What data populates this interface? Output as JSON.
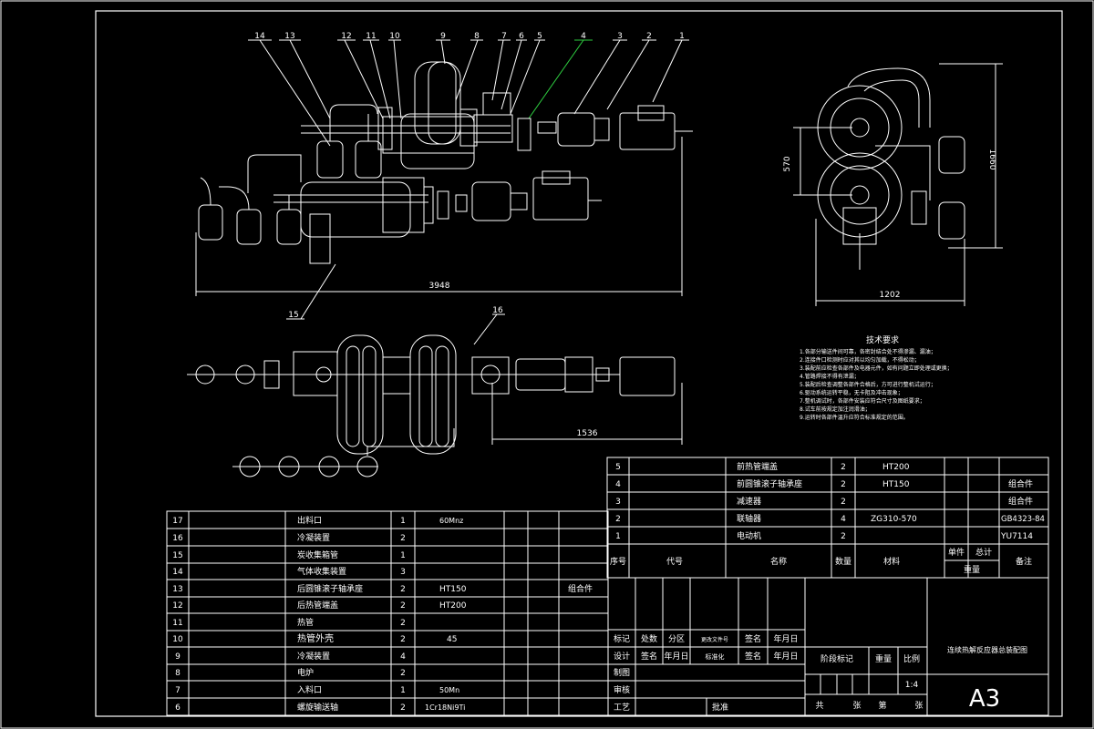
{
  "drawing": {
    "title": "连续热解反应器总装配图",
    "sheet_size": "A3",
    "scale": "1:4",
    "stage_mark_label": "阶段标记",
    "weight_label": "重量",
    "scale_label": "比例",
    "sheet_count": [
      "共",
      "张",
      "第",
      "张"
    ]
  },
  "dimensions": {
    "total_length": "3948",
    "side_width": "1202",
    "side_height": "1660",
    "side_inner": "570",
    "bottom_length": "1536"
  },
  "balloons": [
    "14",
    "13",
    "12",
    "11",
    "10",
    "9",
    "8",
    "7",
    "6",
    "5",
    "4",
    "3",
    "2",
    "1",
    "15",
    "16"
  ],
  "technical_requirements": {
    "title": "技术要求",
    "items": [
      "1.各部分输送件间可靠，各密封结合处不得渗漏、漏油；",
      "2.连接件口检测时应对其以均匀加载，不得松动；",
      "3.装配前应检查各部件及电器元件，如有问题立即处理或更换；",
      "4.管路焊接不得有泄漏；",
      "5.装配后检查调整各部件合格后，方可进行整机试运行；",
      "6.驱动系统运转平稳，无卡阻及冲击现象；",
      "7.整机调试时，各部件安装应符合尺寸及图纸要求；",
      "8.试车前按规定加注润滑油；",
      "9.运转时各部件温升应符合标准规定的范围。"
    ]
  },
  "upper_bom": {
    "rows": [
      {
        "no": "5",
        "code": "",
        "name": "前热管端盖",
        "qty": "2",
        "material": "HT200",
        "unit": "",
        "total": "",
        "note": ""
      },
      {
        "no": "4",
        "code": "",
        "name": "前圆锥滚子轴承座",
        "qty": "2",
        "material": "HT150",
        "unit": "",
        "total": "",
        "note": "组合件"
      },
      {
        "no": "3",
        "code": "",
        "name": "减速器",
        "qty": "2",
        "material": "",
        "unit": "",
        "total": "",
        "note": "组合件"
      },
      {
        "no": "2",
        "code": "",
        "name": "联轴器",
        "qty": "4",
        "material": "ZG310-570",
        "unit": "",
        "total": "",
        "note": "GB4323-84"
      },
      {
        "no": "1",
        "code": "",
        "name": "电动机",
        "qty": "2",
        "material": "",
        "unit": "",
        "total": "",
        "note": "YU7114"
      }
    ],
    "headers": {
      "no": "序号",
      "code": "代号",
      "name": "名称",
      "qty": "数量",
      "material": "材料",
      "unit": "单件",
      "total": "总计",
      "weight": "重量",
      "note": "备注"
    }
  },
  "lower_bom": {
    "rows": [
      {
        "no": "17",
        "name": "出料口",
        "qty": "1",
        "material": "60Mnz",
        "note": ""
      },
      {
        "no": "16",
        "name": "冷凝装置",
        "qty": "2",
        "material": "",
        "note": ""
      },
      {
        "no": "15",
        "name": "炭收集箱管",
        "qty": "1",
        "material": "",
        "note": ""
      },
      {
        "no": "14",
        "name": "气体收集装置",
        "qty": "3",
        "material": "",
        "note": ""
      },
      {
        "no": "13",
        "name": "后圆锥滚子轴承座",
        "qty": "2",
        "material": "HT150",
        "note": "组合件"
      },
      {
        "no": "12",
        "name": "后热管端盖",
        "qty": "2",
        "material": "HT200",
        "note": ""
      },
      {
        "no": "11",
        "name": "热管",
        "qty": "2",
        "material": "",
        "note": ""
      },
      {
        "no": "10",
        "name": "热管外壳",
        "qty": "2",
        "material": "45",
        "note": ""
      },
      {
        "no": "9",
        "name": "冷凝装置",
        "qty": "4",
        "material": "",
        "note": ""
      },
      {
        "no": "8",
        "name": "电炉",
        "qty": "2",
        "material": "",
        "note": ""
      },
      {
        "no": "7",
        "name": "入料口",
        "qty": "1",
        "material": "50Mn",
        "note": ""
      },
      {
        "no": "6",
        "name": "螺旋输送轴",
        "qty": "2",
        "material": "1Cr18Ni9Ti",
        "note": ""
      }
    ]
  },
  "signoff": {
    "row1": [
      "标记",
      "处数",
      "分区",
      "更改文件号",
      "签名",
      "年月日"
    ],
    "row2": [
      "设计",
      "签名",
      "年月日",
      "标准化",
      "签名",
      "年月日"
    ],
    "row3": [
      "制图"
    ],
    "row4": [
      "审核"
    ],
    "row5": [
      "工艺",
      "批准"
    ]
  }
}
